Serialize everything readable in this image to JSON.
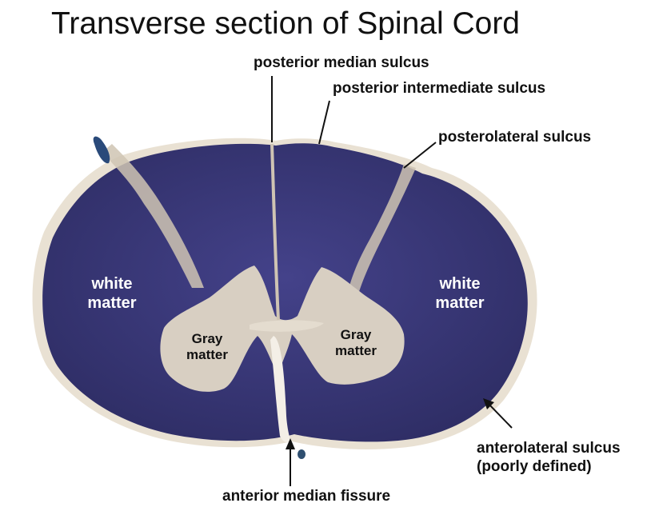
{
  "title": "Transverse section of Spinal Cord",
  "labels": {
    "posterior_median_sulcus": "posterior median sulcus",
    "posterior_intermediate_sulcus": "posterior intermediate sulcus",
    "posterolateral_sulcus": "posterolateral sulcus",
    "anterolateral_sulcus_line1": "anterolateral sulcus",
    "anterolateral_sulcus_line2": "(poorly defined)",
    "anterior_median_fissure": "anterior median fissure",
    "white_matter_word1": "white",
    "white_matter_word2": "matter",
    "gray_matter_word1": "Gray",
    "gray_matter_word2": "matter"
  },
  "colors": {
    "white_matter": "#3b3a78",
    "gray_matter": "#d8cfc2",
    "background": "#ffffff",
    "text": "#111111"
  }
}
